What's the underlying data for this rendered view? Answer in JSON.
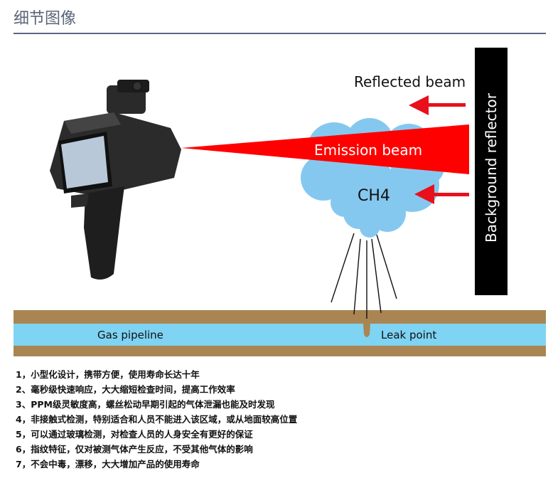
{
  "header": {
    "title": "细节图像"
  },
  "diagram": {
    "reflected_beam": "Reflected beam",
    "emission_beam": "Emission beam",
    "gas": "CH4",
    "reflector": "Background reflector",
    "pipeline": "Gas pipeline",
    "leak": "Leak point",
    "colors": {
      "beam": "#ff0000",
      "cloud": "#85c8ef",
      "pipe": "#7fd3f3",
      "ground": "#a88552",
      "reflector": "#000000"
    }
  },
  "features": [
    "1，小型化设计，携带方便，使用寿命长达十年",
    "2、毫秒级快速响应，大大缩短检查时间，提高工作效率",
    "3、PPM级灵敏度高，螺丝松动早期引起的气体泄漏也能及时发现",
    "4，非接触式检测，特别适合和人员不能进入该区域，或从地面较高位置",
    "5，可以通过玻璃检测，对检查人员的人身安全有更好的保证",
    "6，指纹特征，仅对被测气体产生反应，不受其他气体的影响",
    "7，不会中毒，漂移，大大增加产品的使用寿命"
  ]
}
